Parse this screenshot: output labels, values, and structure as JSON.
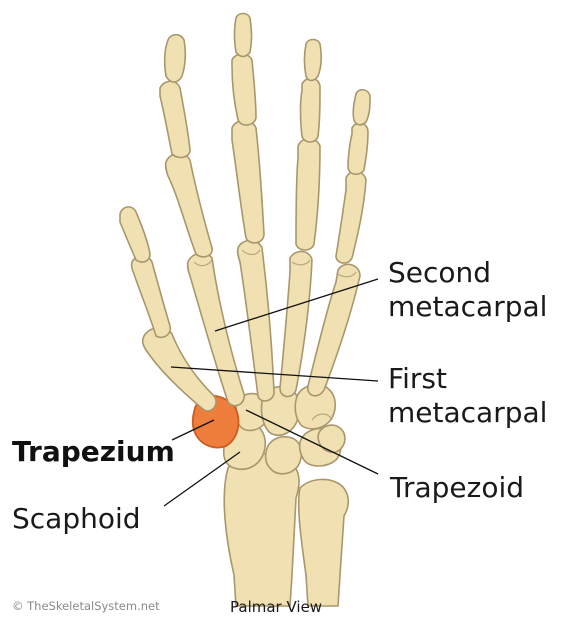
{
  "labels": {
    "second_metacarpal": [
      "Second",
      "metacarpal"
    ],
    "first_metacarpal": [
      "First",
      "metacarpal"
    ],
    "trapezium": "Trapezium",
    "trapezoid": "Trapezoid",
    "scaphoid": "Scaphoid"
  },
  "caption": "Palmar View",
  "credit": "© TheSkeletalSystem.net",
  "colors": {
    "bone": "#f0e0b2",
    "outline": "#a8976c",
    "accent": "#ef7d3c",
    "accent_dark": "#c85e22"
  }
}
